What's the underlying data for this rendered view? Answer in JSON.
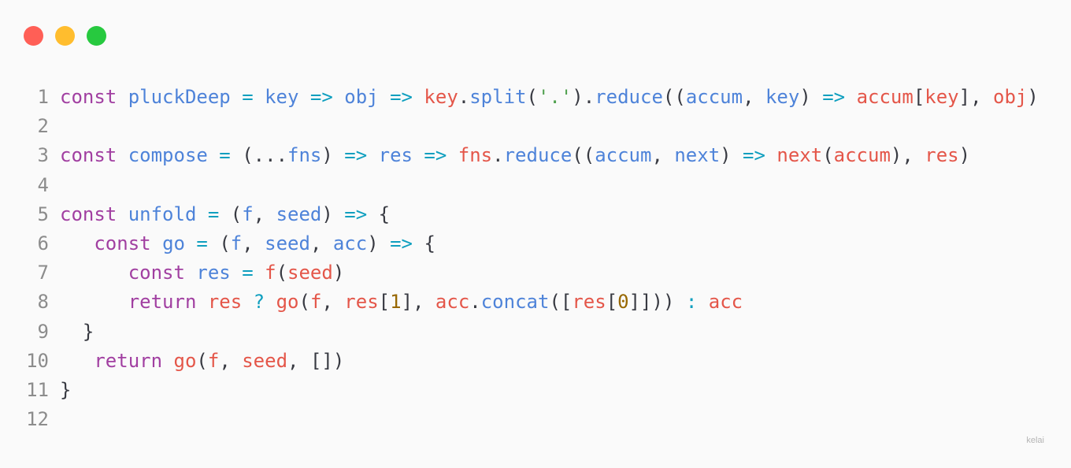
{
  "window": {
    "traffic_lights": [
      {
        "name": "close-button",
        "color": "#ff5f56"
      },
      {
        "name": "minimize-button",
        "color": "#ffbd2e"
      },
      {
        "name": "maximize-button",
        "color": "#27c93f"
      }
    ]
  },
  "colors": {
    "kw": "#a13fa1",
    "fn": "#4e83d9",
    "pr": "#e45649",
    "op": "#0f9fbf",
    "pu": "#383a42",
    "st": "#50a14f",
    "nu": "#986801"
  },
  "watermark": "kelai",
  "lines": [
    {
      "num": "1",
      "tokens": [
        {
          "t": "const ",
          "c": "kw"
        },
        {
          "t": "pluckDeep",
          "c": "fn"
        },
        {
          "t": " = ",
          "c": "op"
        },
        {
          "t": "key",
          "c": "fn"
        },
        {
          "t": " => ",
          "c": "op"
        },
        {
          "t": "obj",
          "c": "fn"
        },
        {
          "t": " => ",
          "c": "op"
        },
        {
          "t": "key",
          "c": "pr"
        },
        {
          "t": ".",
          "c": "pu"
        },
        {
          "t": "split",
          "c": "fn"
        },
        {
          "t": "(",
          "c": "pu"
        },
        {
          "t": "'.'",
          "c": "st"
        },
        {
          "t": ").",
          "c": "pu"
        },
        {
          "t": "reduce",
          "c": "fn"
        },
        {
          "t": "((",
          "c": "pu"
        },
        {
          "t": "accum",
          "c": "fn"
        },
        {
          "t": ", ",
          "c": "pu"
        },
        {
          "t": "key",
          "c": "fn"
        },
        {
          "t": ")",
          "c": "pu"
        },
        {
          "t": " => ",
          "c": "op"
        },
        {
          "t": "accum",
          "c": "pr"
        },
        {
          "t": "[",
          "c": "pu"
        },
        {
          "t": "key",
          "c": "pr"
        },
        {
          "t": "], ",
          "c": "pu"
        },
        {
          "t": "obj",
          "c": "pr"
        },
        {
          "t": ")",
          "c": "pu"
        }
      ]
    },
    {
      "num": "2",
      "tokens": []
    },
    {
      "num": "3",
      "tokens": [
        {
          "t": "const ",
          "c": "kw"
        },
        {
          "t": "compose",
          "c": "fn"
        },
        {
          "t": " = ",
          "c": "op"
        },
        {
          "t": "(...",
          "c": "pu"
        },
        {
          "t": "fns",
          "c": "fn"
        },
        {
          "t": ")",
          "c": "pu"
        },
        {
          "t": " => ",
          "c": "op"
        },
        {
          "t": "res",
          "c": "fn"
        },
        {
          "t": " => ",
          "c": "op"
        },
        {
          "t": "fns",
          "c": "pr"
        },
        {
          "t": ".",
          "c": "pu"
        },
        {
          "t": "reduce",
          "c": "fn"
        },
        {
          "t": "((",
          "c": "pu"
        },
        {
          "t": "accum",
          "c": "fn"
        },
        {
          "t": ", ",
          "c": "pu"
        },
        {
          "t": "next",
          "c": "fn"
        },
        {
          "t": ")",
          "c": "pu"
        },
        {
          "t": " => ",
          "c": "op"
        },
        {
          "t": "next",
          "c": "pr"
        },
        {
          "t": "(",
          "c": "pu"
        },
        {
          "t": "accum",
          "c": "pr"
        },
        {
          "t": "), ",
          "c": "pu"
        },
        {
          "t": "res",
          "c": "pr"
        },
        {
          "t": ")",
          "c": "pu"
        }
      ]
    },
    {
      "num": "4",
      "tokens": []
    },
    {
      "num": "5",
      "tokens": [
        {
          "t": "const ",
          "c": "kw"
        },
        {
          "t": "unfold",
          "c": "fn"
        },
        {
          "t": " = ",
          "c": "op"
        },
        {
          "t": "(",
          "c": "pu"
        },
        {
          "t": "f",
          "c": "fn"
        },
        {
          "t": ", ",
          "c": "pu"
        },
        {
          "t": "seed",
          "c": "fn"
        },
        {
          "t": ")",
          "c": "pu"
        },
        {
          "t": " => ",
          "c": "op"
        },
        {
          "t": "{",
          "c": "pu"
        }
      ]
    },
    {
      "num": "6",
      "tokens": [
        {
          "t": "   ",
          "c": "pu"
        },
        {
          "t": "const ",
          "c": "kw"
        },
        {
          "t": "go",
          "c": "fn"
        },
        {
          "t": " = ",
          "c": "op"
        },
        {
          "t": "(",
          "c": "pu"
        },
        {
          "t": "f",
          "c": "fn"
        },
        {
          "t": ", ",
          "c": "pu"
        },
        {
          "t": "seed",
          "c": "fn"
        },
        {
          "t": ", ",
          "c": "pu"
        },
        {
          "t": "acc",
          "c": "fn"
        },
        {
          "t": ")",
          "c": "pu"
        },
        {
          "t": " => ",
          "c": "op"
        },
        {
          "t": "{",
          "c": "pu"
        }
      ]
    },
    {
      "num": "7",
      "tokens": [
        {
          "t": "      ",
          "c": "pu"
        },
        {
          "t": "const ",
          "c": "kw"
        },
        {
          "t": "res",
          "c": "fn"
        },
        {
          "t": " = ",
          "c": "op"
        },
        {
          "t": "f",
          "c": "pr"
        },
        {
          "t": "(",
          "c": "pu"
        },
        {
          "t": "seed",
          "c": "pr"
        },
        {
          "t": ")",
          "c": "pu"
        }
      ]
    },
    {
      "num": "8",
      "tokens": [
        {
          "t": "      ",
          "c": "pu"
        },
        {
          "t": "return ",
          "c": "kw"
        },
        {
          "t": "res",
          "c": "pr"
        },
        {
          "t": " ? ",
          "c": "op"
        },
        {
          "t": "go",
          "c": "pr"
        },
        {
          "t": "(",
          "c": "pu"
        },
        {
          "t": "f",
          "c": "pr"
        },
        {
          "t": ", ",
          "c": "pu"
        },
        {
          "t": "res",
          "c": "pr"
        },
        {
          "t": "[",
          "c": "pu"
        },
        {
          "t": "1",
          "c": "nu"
        },
        {
          "t": "], ",
          "c": "pu"
        },
        {
          "t": "acc",
          "c": "pr"
        },
        {
          "t": ".",
          "c": "pu"
        },
        {
          "t": "concat",
          "c": "fn"
        },
        {
          "t": "([",
          "c": "pu"
        },
        {
          "t": "res",
          "c": "pr"
        },
        {
          "t": "[",
          "c": "pu"
        },
        {
          "t": "0",
          "c": "nu"
        },
        {
          "t": "]]))",
          "c": "pu"
        },
        {
          "t": " : ",
          "c": "op"
        },
        {
          "t": "acc",
          "c": "pr"
        }
      ]
    },
    {
      "num": "9",
      "tokens": [
        {
          "t": "  }",
          "c": "pu"
        }
      ]
    },
    {
      "num": "10",
      "tokens": [
        {
          "t": "   ",
          "c": "pu"
        },
        {
          "t": "return ",
          "c": "kw"
        },
        {
          "t": "go",
          "c": "pr"
        },
        {
          "t": "(",
          "c": "pu"
        },
        {
          "t": "f",
          "c": "pr"
        },
        {
          "t": ", ",
          "c": "pu"
        },
        {
          "t": "seed",
          "c": "pr"
        },
        {
          "t": ", ",
          "c": "pu"
        },
        {
          "t": "[])",
          "c": "pu"
        }
      ]
    },
    {
      "num": "11",
      "tokens": [
        {
          "t": "}",
          "c": "pu"
        }
      ]
    },
    {
      "num": "12",
      "tokens": []
    }
  ]
}
